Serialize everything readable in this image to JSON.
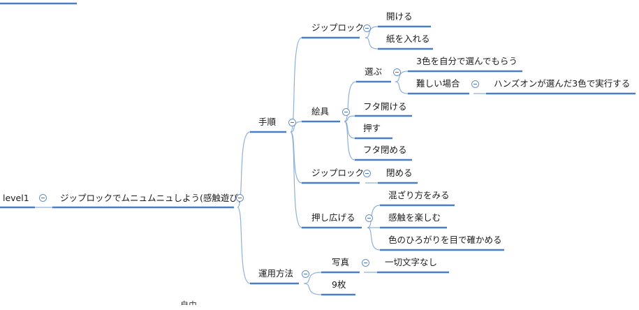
{
  "colors": {
    "underline": "#4a7fc8",
    "connector": "#8fb0da",
    "toggle": "#4a72b8"
  },
  "nodes": {
    "level1": "level1",
    "root": "ジップロックでムニュムニュしよう(感触遊び)",
    "procedure": "手順",
    "ziplock_a": "ジップロック",
    "open": "開ける",
    "insert_paper": "紙を入れる",
    "paint": "絵具",
    "choose": "選ぶ",
    "three_colors": "3色を自分で選んでもらう",
    "hard_case": "難しい場合",
    "handson": "ハンズオンが選んだ3色で実行する",
    "lid_open": "フタ開ける",
    "press": "押す",
    "lid_close": "フタ閉める",
    "ziplock_b": "ジップロック",
    "close": "閉める",
    "spread": "押し広げる",
    "mix": "混ざり方をみる",
    "feel": "感触を楽しむ",
    "color_spread": "色のひろがりを目で確かめる",
    "operation": "運用方法",
    "photo": "写真",
    "no_text": "一切文字なし",
    "nine_sheets": "9枚",
    "bottom_partial": "自由"
  }
}
